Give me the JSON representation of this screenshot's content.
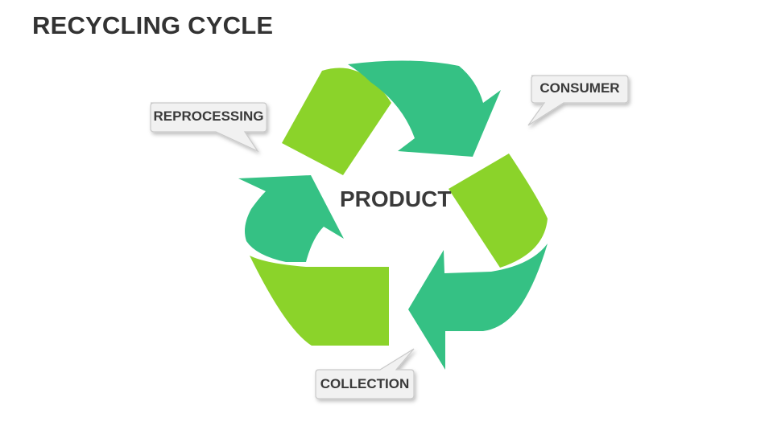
{
  "title": "RECYCLING CYCLE",
  "center_label": "PRODUCT",
  "callouts": {
    "consumer": "CONSUMER",
    "reprocessing": "REPROCESSING",
    "collection": "COLLECTION"
  },
  "colors": {
    "arrow_dark": "#35c184",
    "arrow_light": "#8bd32a",
    "callout_fill": "#f1f1f1",
    "callout_stroke": "#c9c9c9",
    "text": "#333333"
  }
}
